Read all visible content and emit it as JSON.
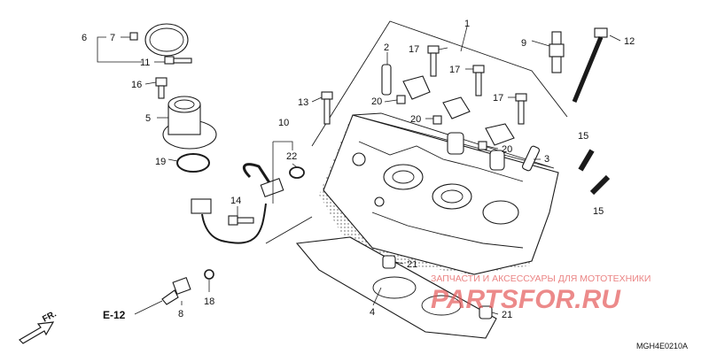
{
  "callouts": {
    "c1": "1",
    "c2": "2",
    "c3": "3",
    "c4": "4",
    "c5": "5",
    "c6": "6",
    "c7": "7",
    "c8": "8",
    "c9": "9",
    "c10": "10",
    "c11": "11",
    "c12": "12",
    "c13": "13",
    "c14": "14",
    "c15a": "15",
    "c15b": "15",
    "c16": "16",
    "c17a": "17",
    "c17b": "17",
    "c17c": "17",
    "c18": "18",
    "c19": "19",
    "c20a": "20",
    "c20b": "20",
    "c20c": "20",
    "c21a": "21",
    "c21b": "21",
    "c22": "22"
  },
  "labels": {
    "ref": "E-12",
    "fr": "FR.",
    "diagram_code": "MGH4E0210A",
    "watermark_tagline": "ЗАПЧАСТИ И АКСЕССУАРЫ ДЛЯ МОТОТЕХНИКИ",
    "watermark_logo": "PARTSFOR.RU"
  },
  "colors": {
    "line": "#1a1a1a",
    "watermark_red": "#e45a5a"
  }
}
